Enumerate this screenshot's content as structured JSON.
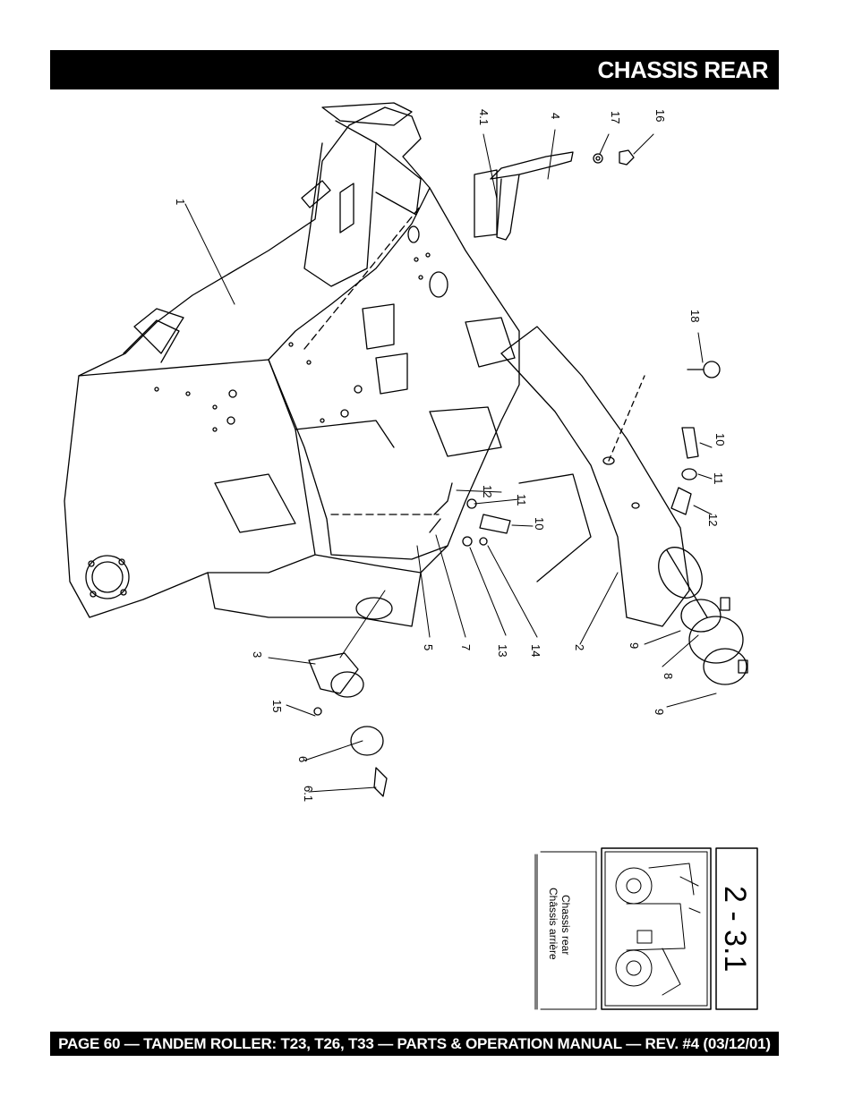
{
  "header": {
    "title": "CHASSIS REAR"
  },
  "footer": {
    "text": "PAGE 60 — TANDEM ROLLER: T23, T26, T33 — PARTS & OPERATION MANUAL — REV. #4 (03/12/01)"
  },
  "callouts": {
    "c1": "1",
    "c2": "2",
    "c3": "3",
    "c4": "4",
    "c41": "4.1",
    "c5": "5",
    "c6": "6",
    "c61": "6.1",
    "c7": "7",
    "c8": "8",
    "c9a": "9",
    "c9b": "9",
    "c10a": "10",
    "c10b": "10",
    "c11a": "11",
    "c11b": "11",
    "c12a": "12",
    "c12b": "12",
    "c13": "13",
    "c14": "14",
    "c15": "15",
    "c16": "16",
    "c17": "17",
    "c18": "18"
  },
  "thumbnail": {
    "label_en": "Chassis rear",
    "label_fr": "Châssis arrière",
    "code": "2 - 3.1"
  }
}
